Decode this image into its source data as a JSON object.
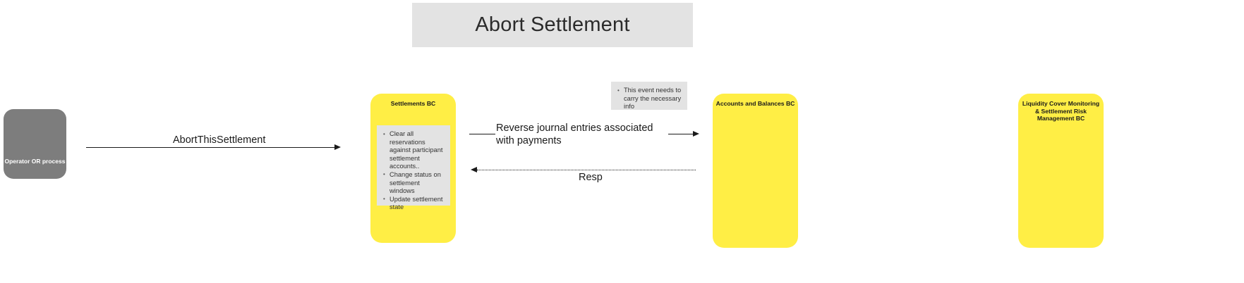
{
  "diagram": {
    "title": "Abort Settlement",
    "type": "sequence-diagram",
    "participants": [
      {
        "id": "operator",
        "label": "Operator OR process",
        "color": "#7d7d7d",
        "style": "gray"
      },
      {
        "id": "settlements-bc",
        "label": "Settlements BC",
        "color": "#ffee45",
        "style": "yellow"
      },
      {
        "id": "accounts-balances-bc",
        "label": "Accounts and Balances BC",
        "color": "#ffee45",
        "style": "yellow"
      },
      {
        "id": "liquidity-cover",
        "label": "Liquidity Cover Monitoring & Settlement Risk Management BC",
        "color": "#ffee45",
        "style": "yellow"
      }
    ],
    "messages": [
      {
        "id": "abort-this-settlement",
        "label": "AbortThisSettlement",
        "from": "operator",
        "to": "settlements-bc",
        "direction": "right"
      },
      {
        "id": "reverse-journal-entries",
        "label": "Reverse journal entries associated with payments",
        "from": "settlements-bc",
        "to": "accounts-balances-bc",
        "direction": "right"
      },
      {
        "id": "resp",
        "label": "Resp",
        "from": "accounts-balances-bc",
        "to": "settlements-bc",
        "direction": "left"
      }
    ],
    "notes": [
      {
        "id": "settlements-actions",
        "attached_to": "settlements-bc",
        "bullets": [
          "Clear all reservations against  participant settlement accounts..",
          "Change status on settlement windows",
          "Update settlement state"
        ]
      },
      {
        "id": "event-info-note",
        "attached_to": "reverse-journal-entries",
        "bullets": [
          "This event needs to carry the necessary info"
        ]
      }
    ]
  }
}
